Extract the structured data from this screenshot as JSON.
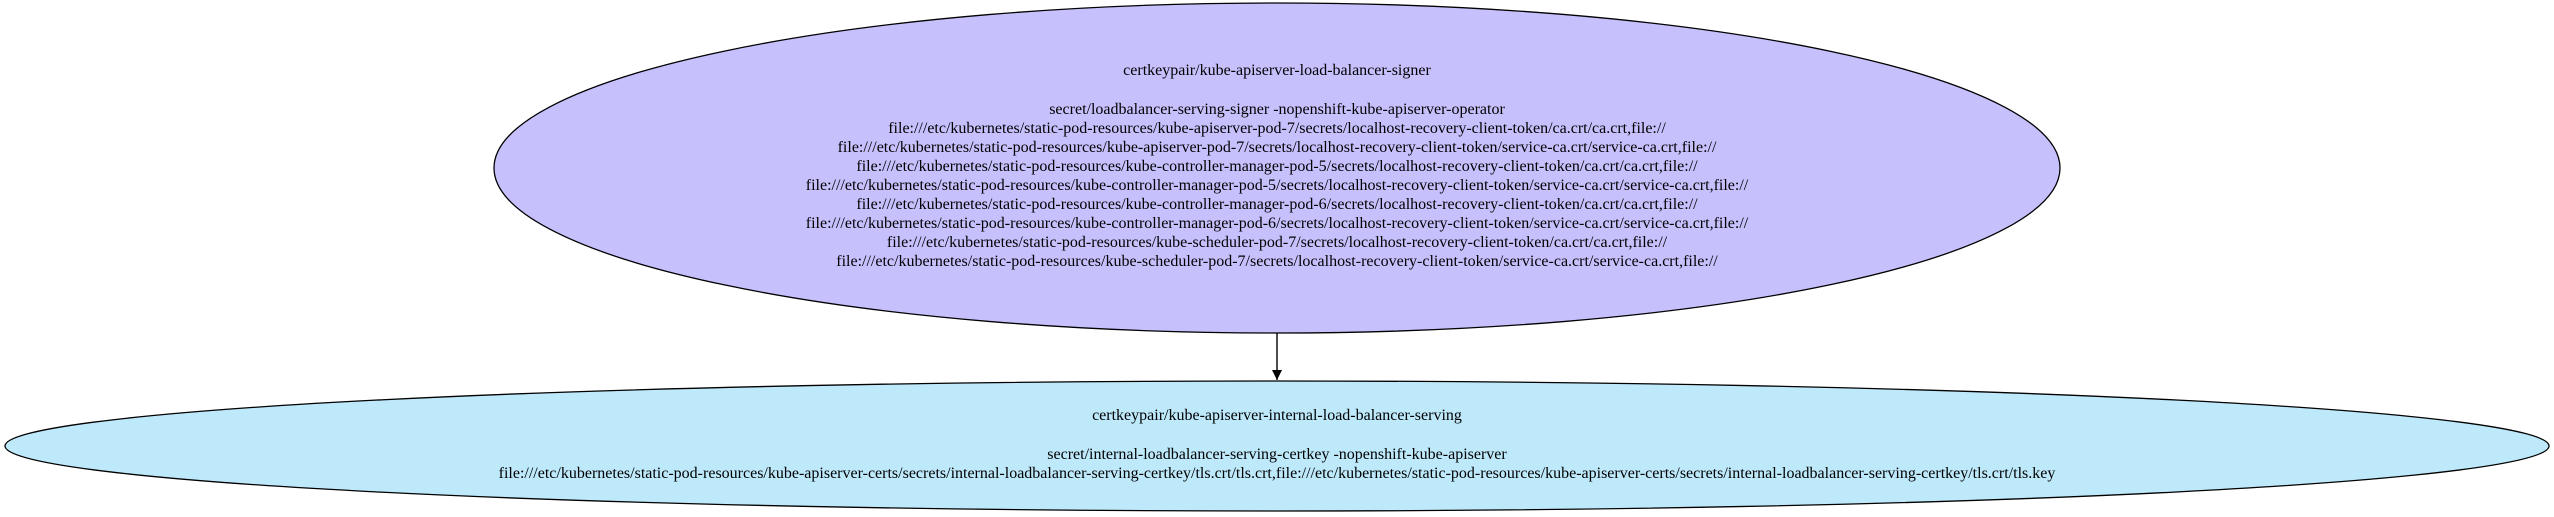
{
  "diagram": {
    "colors": {
      "signer_fill": "#c6c0fd",
      "serving_fill": "#bde9fb",
      "stroke": "#000000",
      "edge": "#000000"
    },
    "signer": {
      "title": "certkeypair/kube-apiserver-load-balancer-signer",
      "secret": "secret/loadbalancer-serving-signer -nopenshift-kube-apiserver-operator",
      "files": [
        "file:///etc/kubernetes/static-pod-resources/kube-apiserver-pod-7/secrets/localhost-recovery-client-token/ca.crt/ca.crt,file://",
        "file:///etc/kubernetes/static-pod-resources/kube-apiserver-pod-7/secrets/localhost-recovery-client-token/service-ca.crt/service-ca.crt,file://",
        "file:///etc/kubernetes/static-pod-resources/kube-controller-manager-pod-5/secrets/localhost-recovery-client-token/ca.crt/ca.crt,file://",
        "file:///etc/kubernetes/static-pod-resources/kube-controller-manager-pod-5/secrets/localhost-recovery-client-token/service-ca.crt/service-ca.crt,file://",
        "file:///etc/kubernetes/static-pod-resources/kube-controller-manager-pod-6/secrets/localhost-recovery-client-token/ca.crt/ca.crt,file://",
        "file:///etc/kubernetes/static-pod-resources/kube-controller-manager-pod-6/secrets/localhost-recovery-client-token/service-ca.crt/service-ca.crt,file://",
        "file:///etc/kubernetes/static-pod-resources/kube-scheduler-pod-7/secrets/localhost-recovery-client-token/ca.crt/ca.crt,file://",
        "file:///etc/kubernetes/static-pod-resources/kube-scheduler-pod-7/secrets/localhost-recovery-client-token/service-ca.crt/service-ca.crt,file://"
      ]
    },
    "serving": {
      "title": "certkeypair/kube-apiserver-internal-load-balancer-serving",
      "secret": "secret/internal-loadbalancer-serving-certkey -nopenshift-kube-apiserver",
      "files": [
        "file:///etc/kubernetes/static-pod-resources/kube-apiserver-certs/secrets/internal-loadbalancer-serving-certkey/tls.crt/tls.crt,file:///etc/kubernetes/static-pod-resources/kube-apiserver-certs/secrets/internal-loadbalancer-serving-certkey/tls.crt/tls.key"
      ]
    }
  }
}
